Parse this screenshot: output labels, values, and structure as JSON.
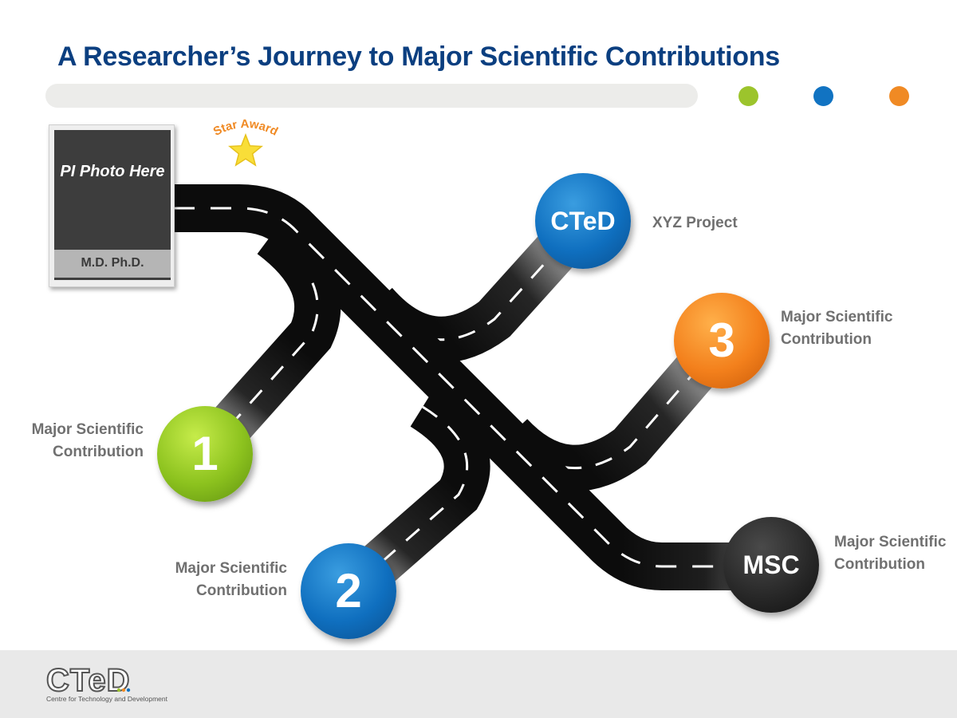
{
  "title": "A Researcher’s Journey to Major Scientific Contributions",
  "accent_colors": {
    "title": "#0b3f80",
    "green": "#9cc42c",
    "blue": "#1173c2",
    "orange": "#f08a24",
    "road": "#0c0c0c",
    "road_stripe": "#ffffff"
  },
  "pi_box": {
    "photo_text": "PI Photo Here",
    "caption": "M.D. Ph.D."
  },
  "star_award": {
    "label": "Star Award",
    "icon": "star-icon"
  },
  "nodes": {
    "one": {
      "text": "1",
      "label": "Major Scientific Contribution",
      "color": "#8cc21e"
    },
    "two": {
      "text": "2",
      "label": "Major Scientific Contribution",
      "color": "#0f6fbf"
    },
    "three": {
      "text": "3",
      "label": "Major Scientific Contribution",
      "color": "#f3801c"
    },
    "cted": {
      "text": "CTeD",
      "label": "XYZ Project",
      "color": "#0f6fbf"
    },
    "msc": {
      "text": "MSC",
      "label": "Major Scientific Contribution",
      "color": "#262626"
    }
  },
  "footer": {
    "logo_text": "CTeD",
    "logo_subtitle": "Centre for Technology and Development"
  }
}
